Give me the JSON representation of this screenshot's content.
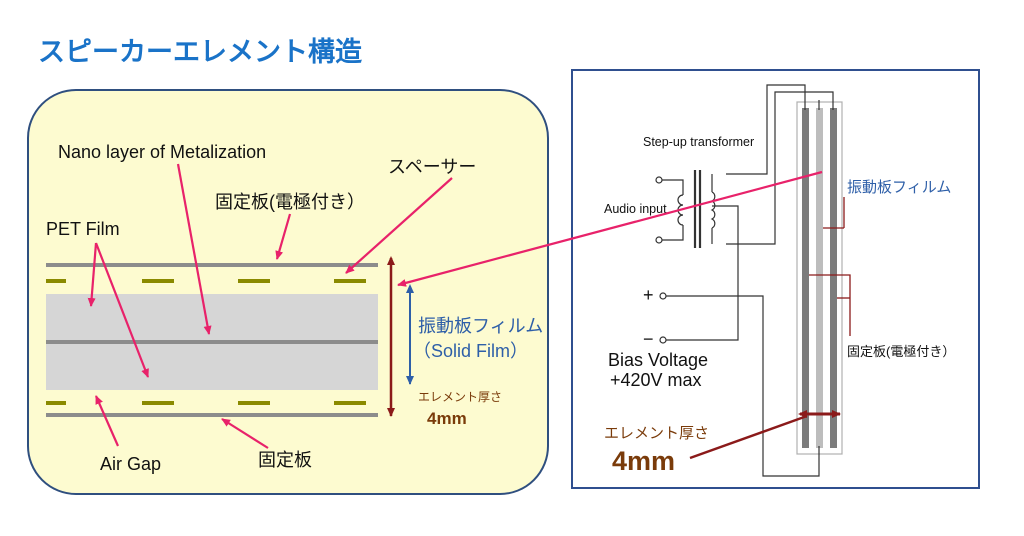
{
  "title": "スピーカーエレメント構造",
  "left": {
    "nano_layer": "Nano layer of Metalization",
    "spacer": "スペーサー",
    "fixed_plate_electrode": "固定板(電極付き）",
    "pet_film": "PET Film",
    "diaphragm_film": "振動板フィルム",
    "solid_film": "（Solid Film）",
    "element_thickness": "エレメント厚さ",
    "thickness_value": "4mm",
    "air_gap": "Air Gap",
    "fixed_plate": "固定板"
  },
  "right": {
    "step_up_transformer": "Step-up transformer",
    "audio_input": "Audio input",
    "plus": "+",
    "minus": "−",
    "bias_voltage": "Bias Voltage",
    "bias_value": "+420V max",
    "diaphragm_film": "振動板フィルム",
    "fixed_plate_electrode": "固定板(電極付き）",
    "element_thickness": "エレメント厚さ",
    "thickness_value": "4mm"
  },
  "colors": {
    "title": "#1a73c8",
    "left_panel_fill": "#fdfbd0",
    "left_panel_border": "#2f4f7f",
    "right_panel_border": "#2f4f8f",
    "pointer": "#e8226a",
    "thickness_arrow": "#8b1a1a",
    "spacer": "#8a8a00",
    "plate": "#8c8c8c",
    "film": "#d6d6d6"
  }
}
